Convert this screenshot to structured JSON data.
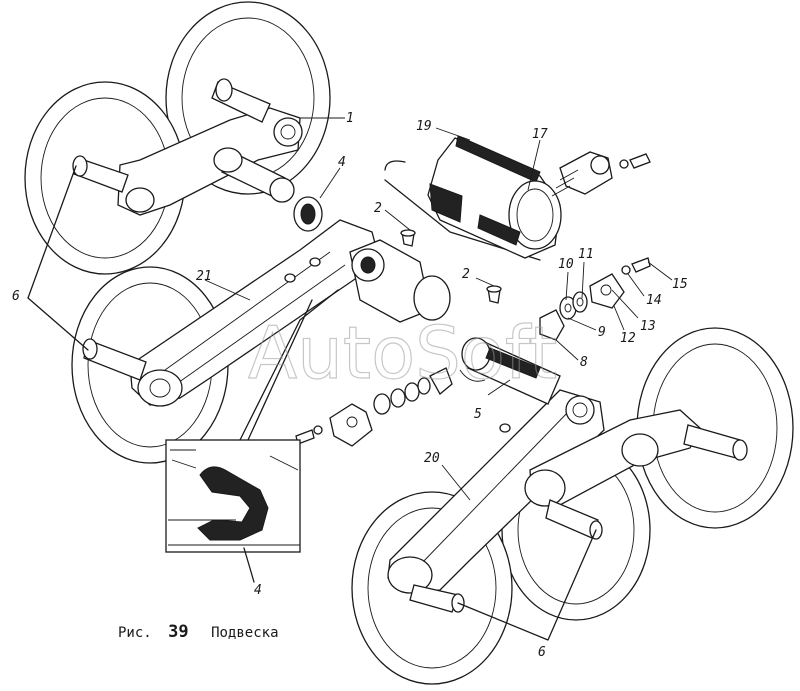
{
  "figure": {
    "caption_prefix": "Рис.",
    "caption_number": "39",
    "caption_title": "Подвеска",
    "watermark": "AutoSoft"
  },
  "callouts": [
    "1",
    "2",
    "2",
    "4",
    "4",
    "5",
    "6",
    "6",
    "8",
    "9",
    "10",
    "11",
    "12",
    "13",
    "14",
    "15",
    "17",
    "19",
    "20",
    "21"
  ],
  "colors": {
    "ink": "#1a1a1a",
    "paper": "#ffffff",
    "watermark": "#9a9a9a"
  }
}
